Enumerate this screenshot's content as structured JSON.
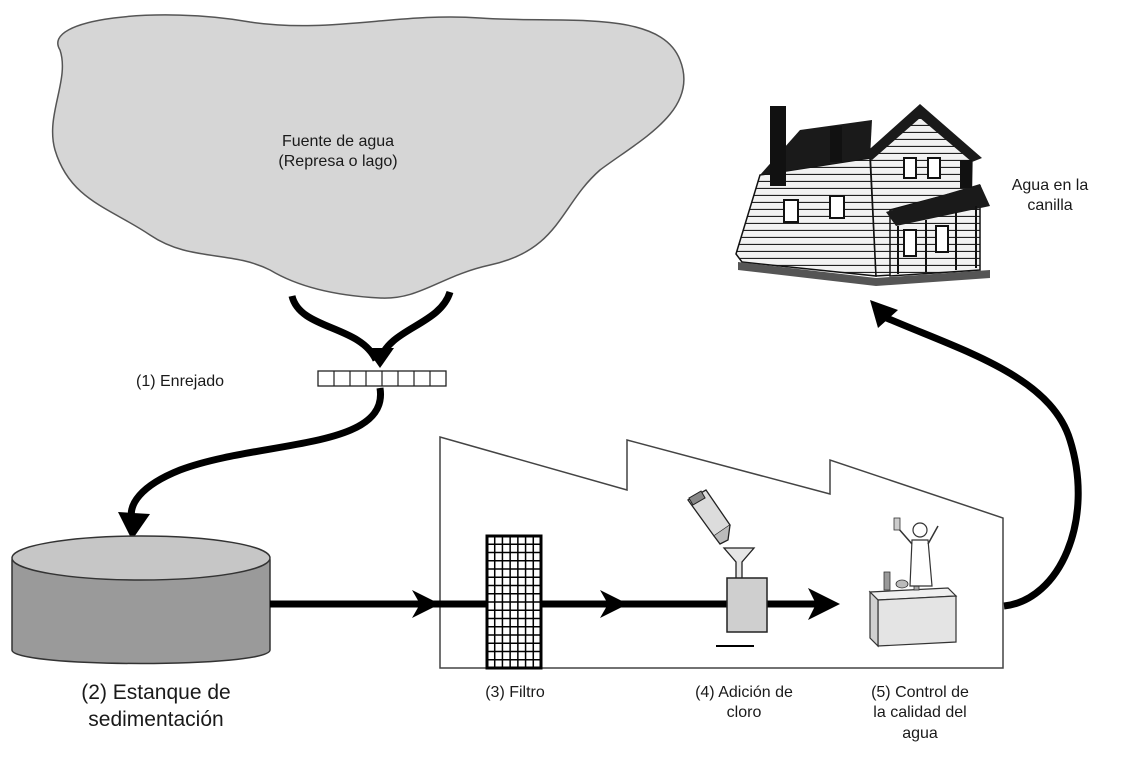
{
  "labels": {
    "source_line1": "Fuente de agua",
    "source_line2": "(Represa o lago)",
    "tap_line1": "Agua en la",
    "tap_line2": "canilla",
    "step1": "(1) Enrejado",
    "step2_line1": "(2) Estanque de",
    "step2_line2": "sedimentación",
    "step3": "(3) Filtro",
    "step4_line1": "(4) Adición de",
    "step4_line2": "cloro",
    "step5_line1": "(5) Control de",
    "step5_line2": "la calidad del",
    "step5_line3": "agua"
  },
  "colors": {
    "lake_fill": "#d6d6d6",
    "tank_fill": "#9a9a9a",
    "tank_top": "#c6c6c6",
    "arrow": "#000000",
    "outline": "#3a3a3a"
  },
  "icons": [
    "lake-shape",
    "grate-icon",
    "sedimentation-tank",
    "filter-grid-icon",
    "chlorine-bottle-icon",
    "funnel-icon",
    "lab-desk-icon",
    "house-icon"
  ]
}
